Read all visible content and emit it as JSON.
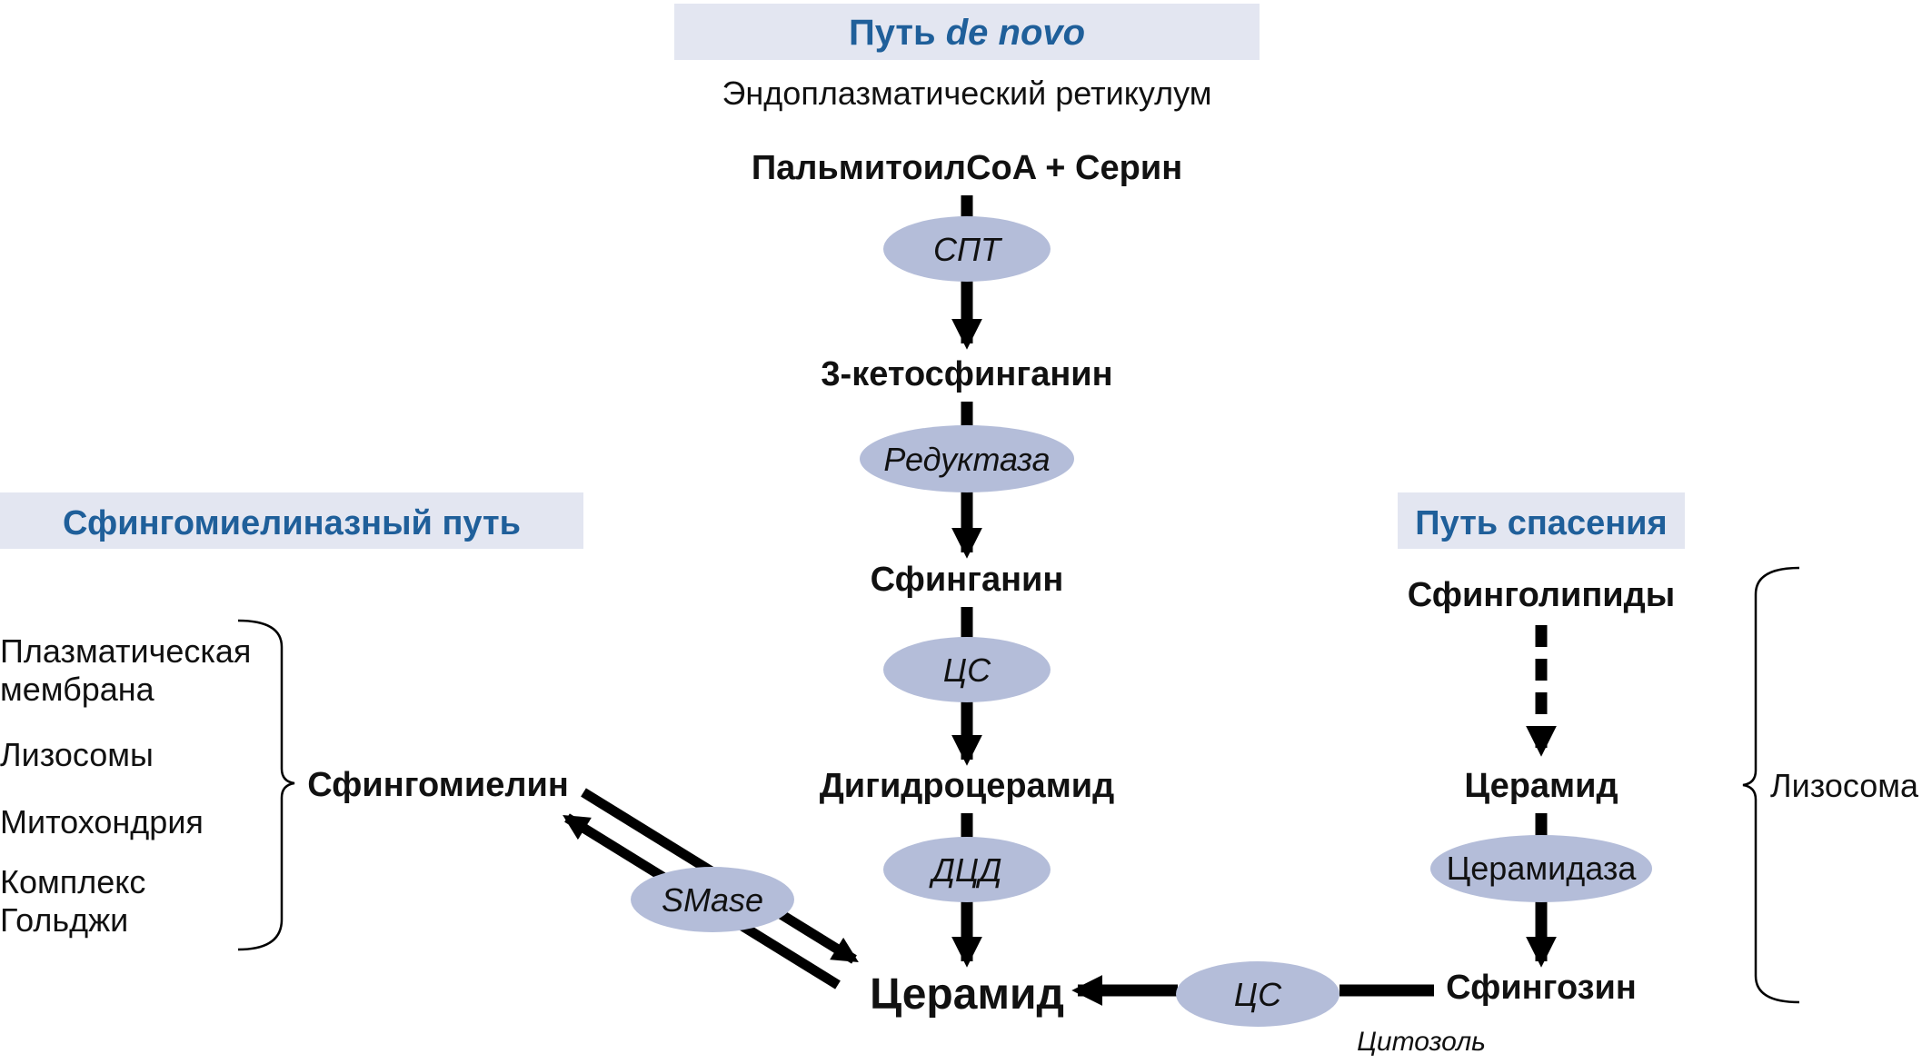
{
  "colors": {
    "header_bg": "#e3e6f1",
    "header_text": "#1f5f9a",
    "enzyme_fill": "#b4bdd9",
    "text": "#111111",
    "arrow": "#000000"
  },
  "de_novo": {
    "header_prefix": "Путь ",
    "header_italic": "de novo",
    "location": "Эндоплазматический ретикулум",
    "substrate": "ПальмитоилCoA + Серин",
    "step1_enzyme": "СПТ",
    "product1": "3-кетосфинганин",
    "step2_enzyme": "Редуктаза",
    "product2": "Сфинганин",
    "step3_enzyme": "ЦС",
    "product3": "Дигидроцерамид",
    "step4_enzyme": "ДЦД"
  },
  "central_product": "Церамид",
  "sphingomyelinase": {
    "header": "Сфингомиелиназный путь",
    "locations": [
      "Плазматическая",
      "мембрана",
      "Лизосомы",
      "Митохондрия",
      "Комплекс",
      "Гольджи"
    ],
    "substrate": "Сфингомиелин",
    "enzyme": "SMase"
  },
  "salvage": {
    "header": "Путь спасения",
    "substrate": "Сфинголипиды",
    "intermediate": "Церамид",
    "enzyme": "Церамидаза",
    "product": "Сфингозин",
    "location": "Лизосома",
    "final_enzyme": "ЦС",
    "cytosol_label": "Цитозоль"
  },
  "icons": [
    "reaction-arrow-icon",
    "enzyme-ellipse-icon",
    "brace-icon"
  ]
}
